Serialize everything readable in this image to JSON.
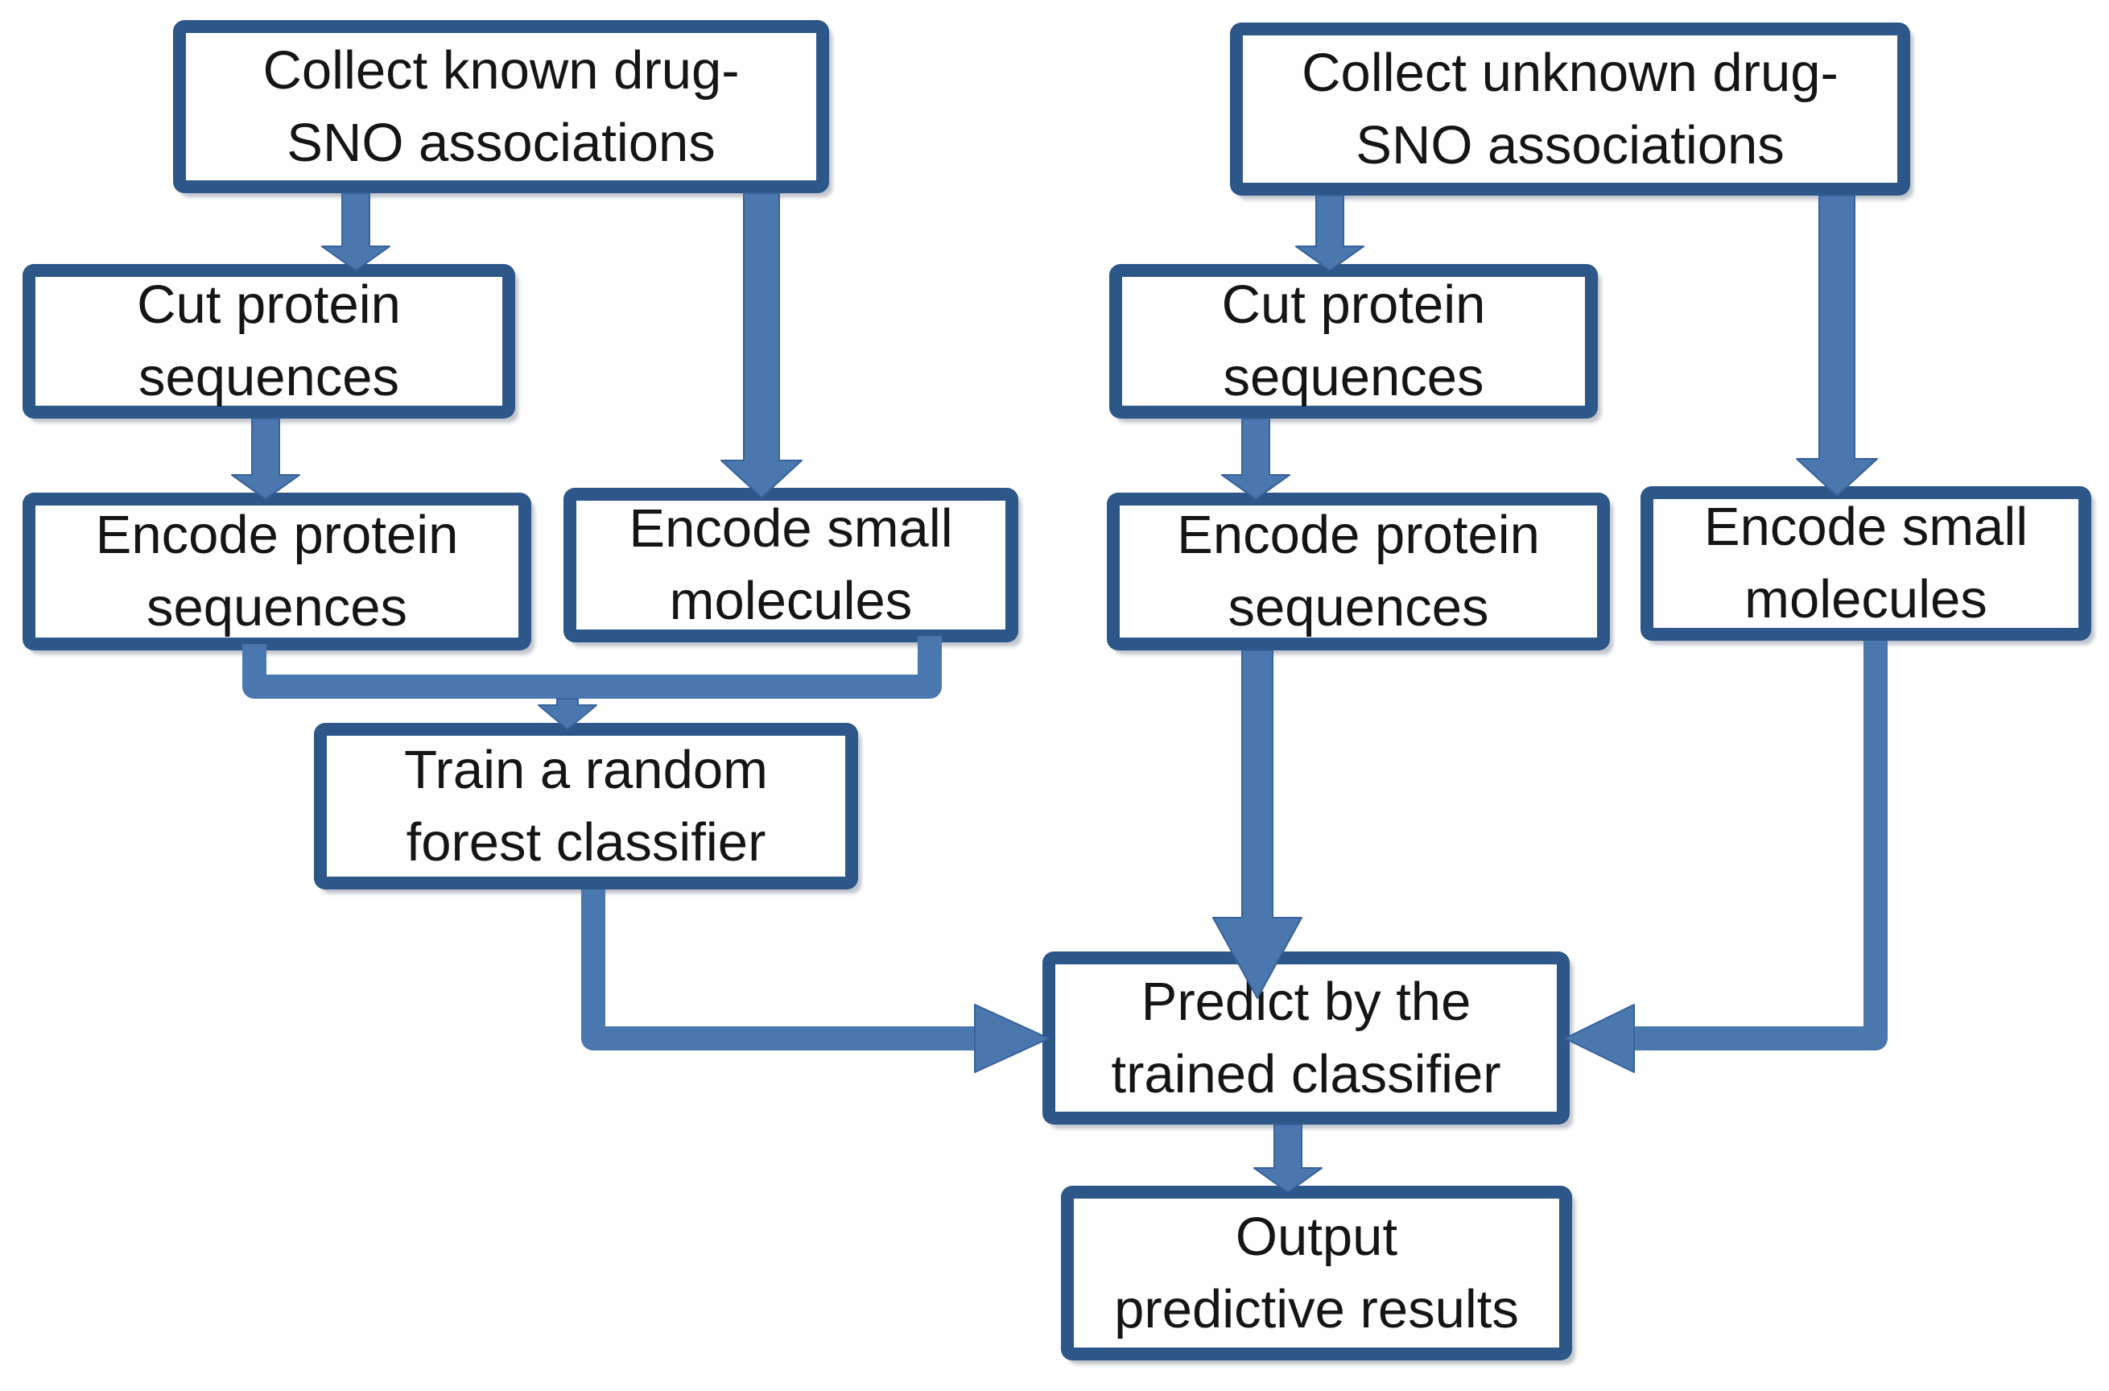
{
  "diagram": {
    "type": "flowchart",
    "colors": {
      "box_border": "#2d5788",
      "box_fill": "#fefefe",
      "text": "#151515",
      "arrow_fill": "#4a78ae",
      "arrow_edge": "#37629a",
      "background": "#ffffff"
    },
    "nodes": {
      "collect_known": {
        "line1": "Collect known drug-",
        "line2": "SNO associations"
      },
      "cut_left": {
        "line1": "Cut protein",
        "line2": "sequences"
      },
      "encode_protein_left": {
        "line1": "Encode protein",
        "line2": "sequences"
      },
      "encode_small_left": {
        "line1": "Encode small",
        "line2": "molecules"
      },
      "train": {
        "line1": "Train a random",
        "line2": "forest classifier"
      },
      "collect_unknown": {
        "line1": "Collect unknown drug-",
        "line2": "SNO associations"
      },
      "cut_right": {
        "line1": "Cut protein",
        "line2": "sequences"
      },
      "encode_protein_right": {
        "line1": "Encode protein",
        "line2": "sequences"
      },
      "encode_small_right": {
        "line1": "Encode small",
        "line2": "molecules"
      },
      "predict": {
        "line1": "Predict by the",
        "line2": "trained classifier"
      },
      "output": {
        "line1": "Output",
        "line2": "predictive results"
      }
    },
    "edges": [
      {
        "from": "collect_known",
        "to": "cut_left",
        "style": "straight-down"
      },
      {
        "from": "collect_known",
        "to": "encode_small_left",
        "style": "straight-down-long"
      },
      {
        "from": "cut_left",
        "to": "encode_protein_left",
        "style": "straight-down"
      },
      {
        "from": "encode_protein_left",
        "to": "train",
        "style": "merge-bracket"
      },
      {
        "from": "encode_small_left",
        "to": "train",
        "style": "merge-bracket"
      },
      {
        "from": "train",
        "to": "predict",
        "style": "elbow-down-right"
      },
      {
        "from": "collect_unknown",
        "to": "cut_right",
        "style": "straight-down"
      },
      {
        "from": "collect_unknown",
        "to": "encode_small_right",
        "style": "straight-down-long"
      },
      {
        "from": "cut_right",
        "to": "encode_protein_right",
        "style": "straight-down"
      },
      {
        "from": "encode_protein_right",
        "to": "predict",
        "style": "straight-down-long"
      },
      {
        "from": "encode_small_right",
        "to": "predict",
        "style": "elbow-down-left"
      },
      {
        "from": "predict",
        "to": "output",
        "style": "straight-down"
      }
    ]
  }
}
